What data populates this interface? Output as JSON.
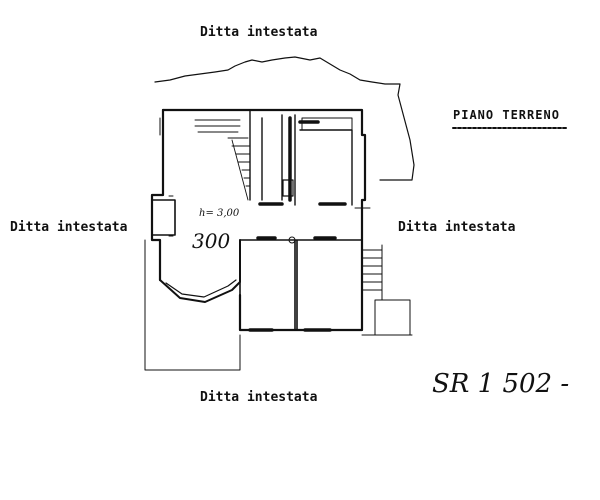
{
  "labels": {
    "top": "Ditta intestata",
    "left": "Ditta intestata",
    "right": "Ditta intestata",
    "bottom": "Ditta intestata"
  },
  "title": "PIANO  TERRENO",
  "height_note": "h= 3,00",
  "height_value": "300",
  "sheet_code": "SR 1 502 -"
}
